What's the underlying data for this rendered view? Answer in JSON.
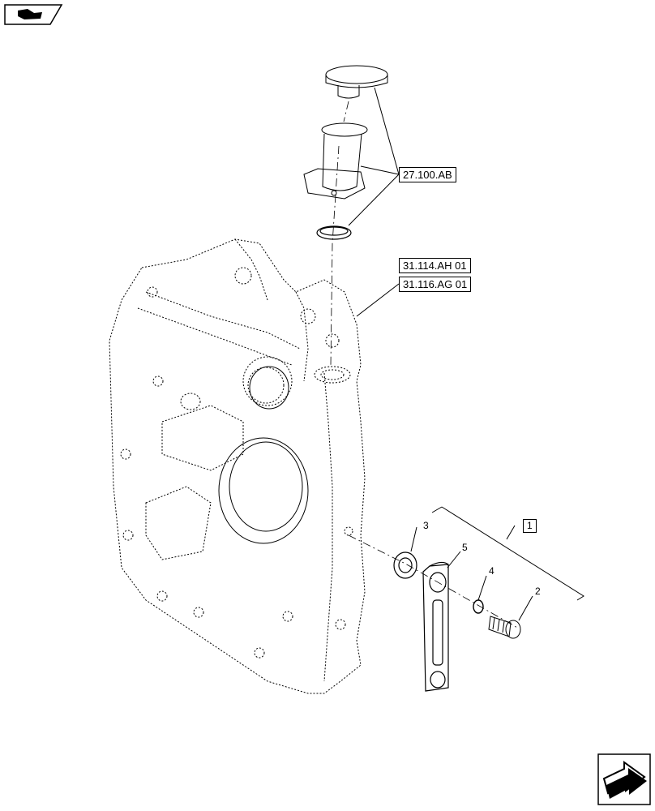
{
  "references": {
    "ref_27_100_ab": "27.100.AB",
    "ref_31_114_ah_01": "31.114.AH 01",
    "ref_31_116_ag_01": "31.116.AG 01"
  },
  "callouts": {
    "c1": "1",
    "c2": "2",
    "c3": "3",
    "c4": "4",
    "c5": "5"
  },
  "icons": {
    "top_left": "book-hand-icon",
    "bottom_right": "next-page-arrow-icon"
  }
}
